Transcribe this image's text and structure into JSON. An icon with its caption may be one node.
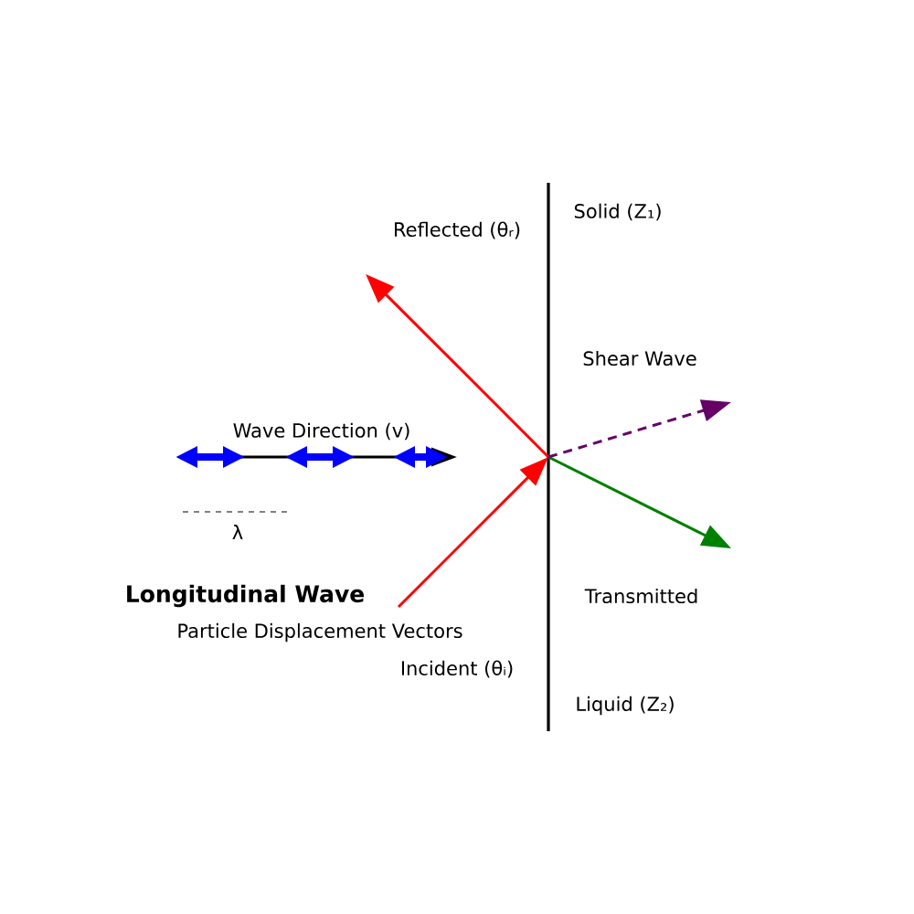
{
  "diagram": {
    "labels": [
      "Solid (Z₁)",
      "Reflected (θᵣ)",
      "Shear Wave",
      "Wave Direction (v)",
      "λ",
      "Longitudinal Wave",
      "Transmitted",
      "Particle Displacement Vectors",
      "Incident (θᵢ)",
      "Liquid (Z₂)"
    ]
  }
}
